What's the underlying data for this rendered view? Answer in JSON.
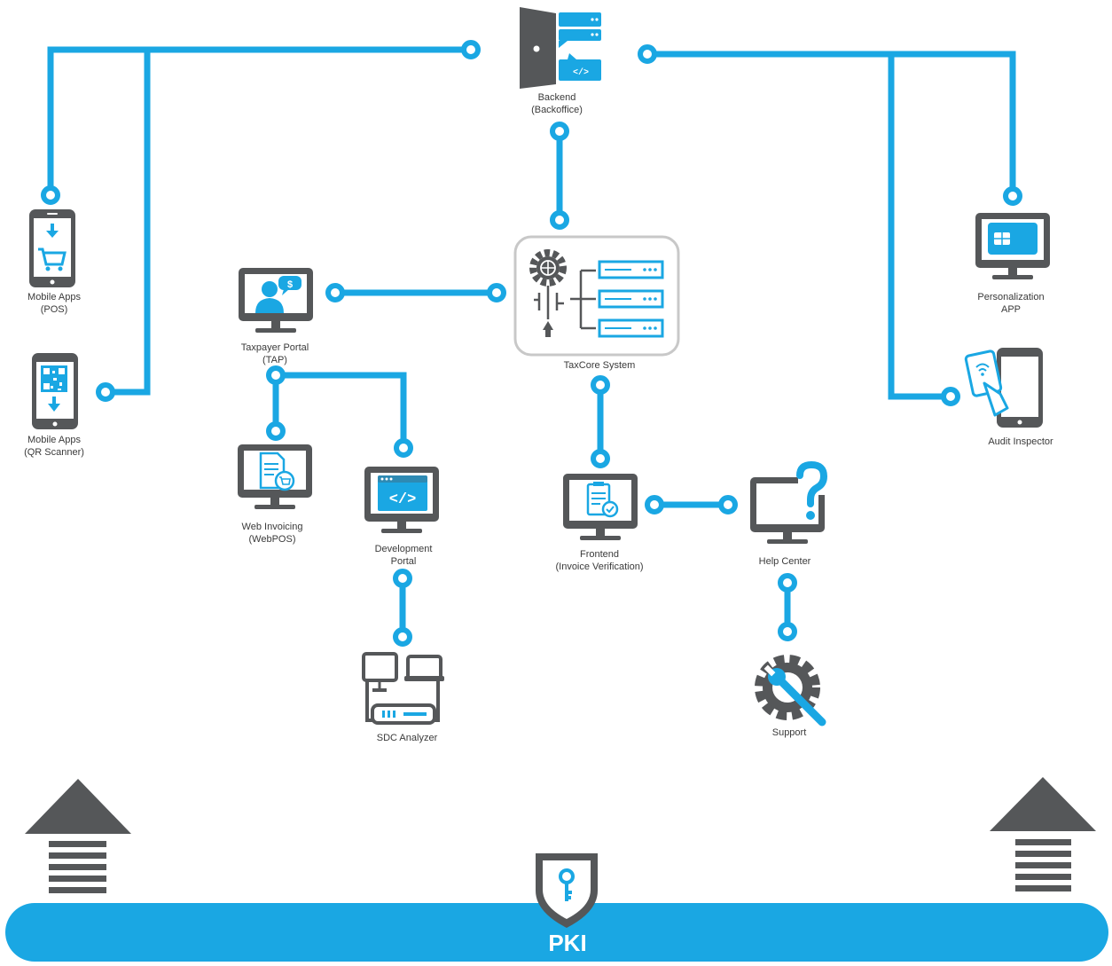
{
  "colors": {
    "accent": "#1aa7e3",
    "icon_gray": "#555759",
    "box_border": "#c8c8c8",
    "text": "#3a3a3a"
  },
  "nodes": {
    "backend": {
      "icon": "server-door-icon",
      "line1": "Backend",
      "line2": "(Backoffice)"
    },
    "taxcore": {
      "icon": "taxcore-system-icon",
      "line1": "TaxCore System"
    },
    "mobile_pos": {
      "icon": "mobile-cart-icon",
      "line1": "Mobile Apps",
      "line2": "(POS)"
    },
    "mobile_qr": {
      "icon": "mobile-qr-icon",
      "line1": "Mobile Apps",
      "line2": "(QR Scanner)"
    },
    "taxpayer": {
      "icon": "taxpayer-monitor-icon",
      "line1": "Taxpayer Portal",
      "line2": "(TAP)"
    },
    "web_invoicing": {
      "icon": "web-invoicing-monitor-icon",
      "line1": "Web Invoicing",
      "line2": "(WebPOS)"
    },
    "dev_portal": {
      "icon": "code-monitor-icon",
      "line1": "Development",
      "line2": "Portal"
    },
    "sdc": {
      "icon": "sdc-analyzer-icon",
      "line1": "SDC Analyzer"
    },
    "frontend": {
      "icon": "invoice-verification-monitor-icon",
      "line1": "Frontend",
      "line2": "(Invoice Verification)"
    },
    "help": {
      "icon": "help-monitor-icon",
      "line1": "Help Center"
    },
    "support": {
      "icon": "gear-wrench-icon",
      "line1": "Support"
    },
    "personalization": {
      "icon": "smart-card-monitor-icon",
      "line1": "Personalization",
      "line2": "APP"
    },
    "audit": {
      "icon": "nfc-phone-icon",
      "line1": "Audit Inspector"
    }
  },
  "pki": {
    "label": "PKI",
    "icon": "shield-key-icon"
  },
  "decor": {
    "left_arrow": "up-arrow-icon",
    "right_arrow": "up-arrow-icon"
  }
}
